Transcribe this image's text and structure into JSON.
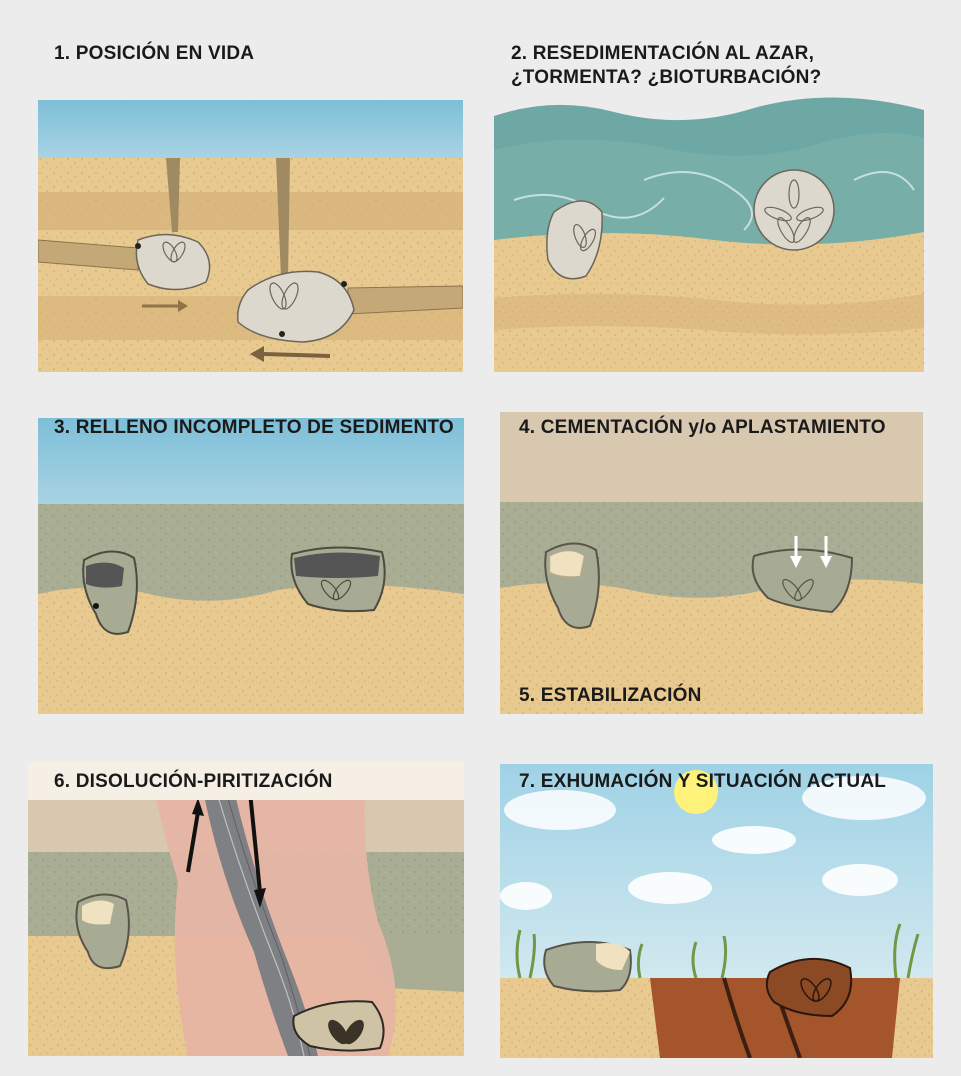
{
  "panels": [
    {
      "title": "1. POSICIÓN EN VIDA"
    },
    {
      "title_line1": "2. RESEDIMENTACIÓN AL AZAR,",
      "title_line2": "¿TORMENTA? ¿BIOTURBACIÓN?"
    },
    {
      "title": "3. RELLENO INCOMPLETO DE SEDIMENTO"
    },
    {
      "title": "4. CEMENTACIÓN y/o APLASTAMIENTO",
      "subtitle": "5. ESTABILIZACIÓN"
    },
    {
      "title": "6. DISOLUCIÓN-PIRITIZACIÓN"
    },
    {
      "title": "7. EXHUMACIÓN Y SITUACIÓN ACTUAL"
    }
  ],
  "colors": {
    "background": "#ececec",
    "water": "#8fc6dc",
    "sand": "#e8c98f",
    "sand_dark": "#d2ac6e",
    "grey_sediment": "#a9ad93",
    "cement": "#d8c8b0",
    "fault_pink": "#e6b5a4",
    "sky": "#b6dcea",
    "shell": "#ddd8ce",
    "rust": "#a4552b"
  }
}
